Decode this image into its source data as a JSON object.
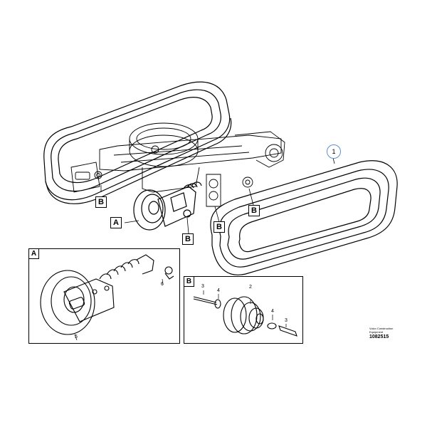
{
  "callouts": {
    "a_main": "A",
    "b_left": "B",
    "b_center": "B",
    "b_right": "B",
    "b_top": "B"
  },
  "part_circle": "1",
  "detail_a": {
    "tag": "A",
    "part_5": "5",
    "part_6": "6"
  },
  "detail_b": {
    "tag": "B",
    "part_2": "2",
    "part_3_left": "3",
    "part_3_right": "3",
    "part_4_left": "4",
    "part_4_right": "4"
  },
  "credit": {
    "line1": "Volvo Construction",
    "line2": "Equipment",
    "figure_number": "1082515"
  },
  "colors": {
    "ink": "#000000",
    "part_circle": "#5b8fd0"
  }
}
